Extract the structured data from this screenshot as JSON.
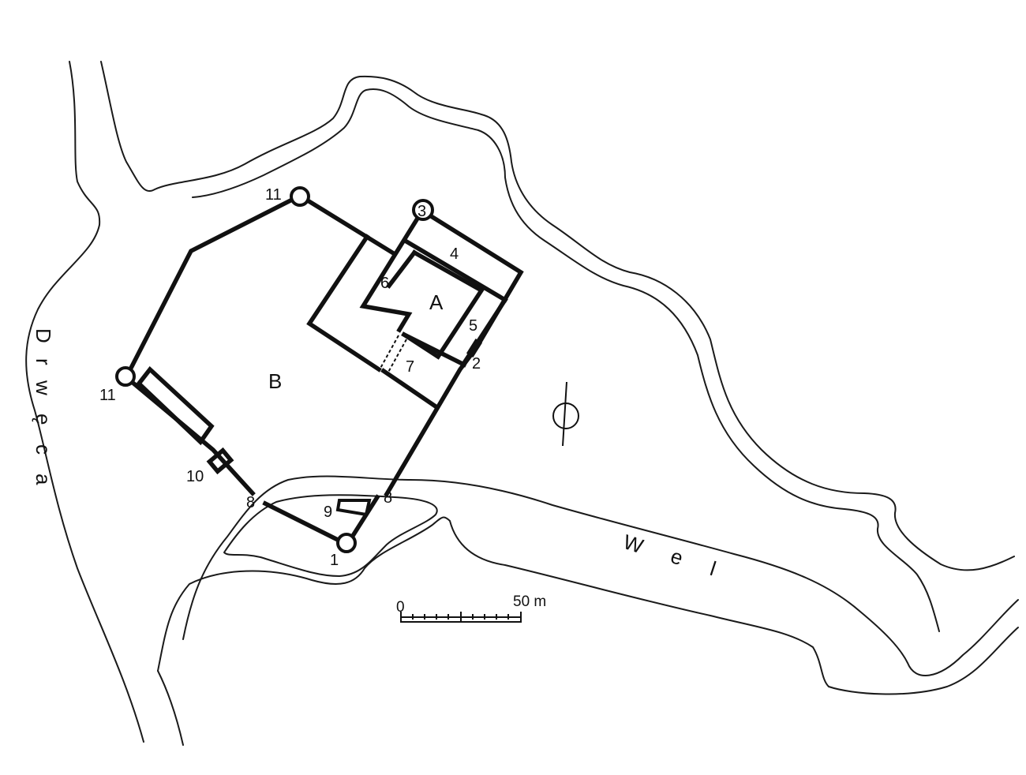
{
  "map": {
    "rivers": {
      "drweca": [
        "D",
        "r",
        "w",
        "ę",
        "c",
        "a"
      ],
      "wel": [
        "W",
        "e",
        "l"
      ]
    },
    "areas": {
      "a": "A",
      "b": "B"
    },
    "labels": {
      "n1": "1",
      "n2": "2",
      "n3": "3",
      "n4": "4",
      "n5": "5",
      "n6": "6",
      "n7": "7",
      "n8_left": "8",
      "n8_right": "8",
      "n9": "9",
      "n10": "10",
      "n11_top": "11",
      "n11_left": "11"
    },
    "scale": {
      "start": "0",
      "end": "50 m"
    }
  }
}
